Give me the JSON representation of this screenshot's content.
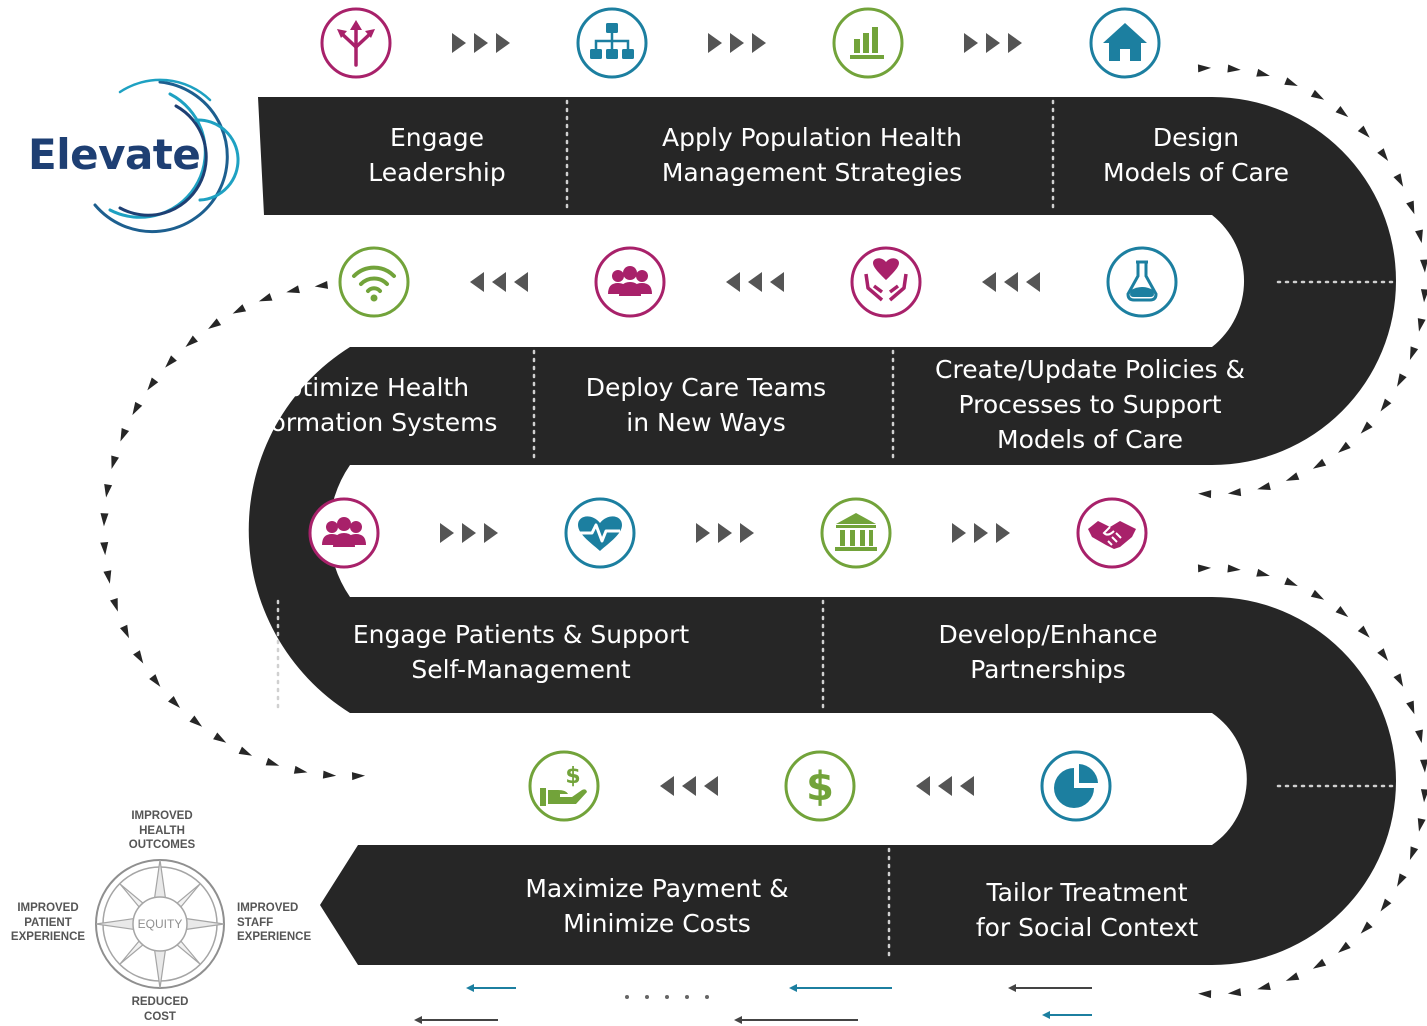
{
  "logo": {
    "text": "Elevate"
  },
  "steps": [
    {
      "label": [
        "Engage",
        "Leadership"
      ]
    },
    {
      "label": [
        "Apply Population Health",
        "Management Strategies"
      ]
    },
    {
      "label": [
        "Design",
        "Models of Care"
      ]
    },
    {
      "label": [
        "Create/Update Policies &",
        "Processes to Support",
        "Models of Care"
      ]
    },
    {
      "label": [
        "Deploy Care Teams",
        "in New Ways"
      ]
    },
    {
      "label": [
        "Optimize Health",
        "Information Systems"
      ]
    },
    {
      "label": [
        "Engage Patients & Support",
        "Self-Management"
      ]
    },
    {
      "label": [
        "Develop/Enhance",
        "Partnerships"
      ]
    },
    {
      "label": [
        "Tailor Treatment",
        "for Social Context"
      ]
    },
    {
      "label": [
        "Maximize Payment &",
        "Minimize Costs"
      ]
    }
  ],
  "icons": [
    {
      "name": "diverging-arrows-icon",
      "color": "#a8216a"
    },
    {
      "name": "org-chart-icon",
      "color": "#1c7fa0"
    },
    {
      "name": "bar-chart-icon",
      "color": "#72a33a"
    },
    {
      "name": "house-icon",
      "color": "#1c7fa0"
    },
    {
      "name": "flask-icon",
      "color": "#1c7fa0"
    },
    {
      "name": "heart-in-hands-icon",
      "color": "#a8216a"
    },
    {
      "name": "people-group-icon",
      "color": "#a8216a"
    },
    {
      "name": "wifi-icon",
      "color": "#72a33a"
    },
    {
      "name": "people-group-icon",
      "color": "#a8216a"
    },
    {
      "name": "heartbeat-icon",
      "color": "#1c7fa0"
    },
    {
      "name": "bank-icon",
      "color": "#72a33a"
    },
    {
      "name": "handshake-icon",
      "color": "#a8216a"
    },
    {
      "name": "pie-chart-icon",
      "color": "#1c7fa0"
    },
    {
      "name": "dollar-icon",
      "color": "#72a33a"
    },
    {
      "name": "hand-dollar-icon",
      "color": "#72a33a"
    }
  ],
  "compass": {
    "top": [
      "IMPROVED",
      "HEALTH",
      "OUTCOMES"
    ],
    "left": [
      "IMPROVED",
      "PATIENT",
      "EXPERIENCE"
    ],
    "right": [
      "IMPROVED",
      "STAFF",
      "EXPERIENCE"
    ],
    "bottom": [
      "REDUCED",
      "COST"
    ],
    "center": "EQUITY"
  },
  "colors": {
    "road": "#262626",
    "magenta": "#a8216a",
    "teal": "#1c7fa0",
    "green": "#72a33a",
    "chevron": "#555555"
  }
}
